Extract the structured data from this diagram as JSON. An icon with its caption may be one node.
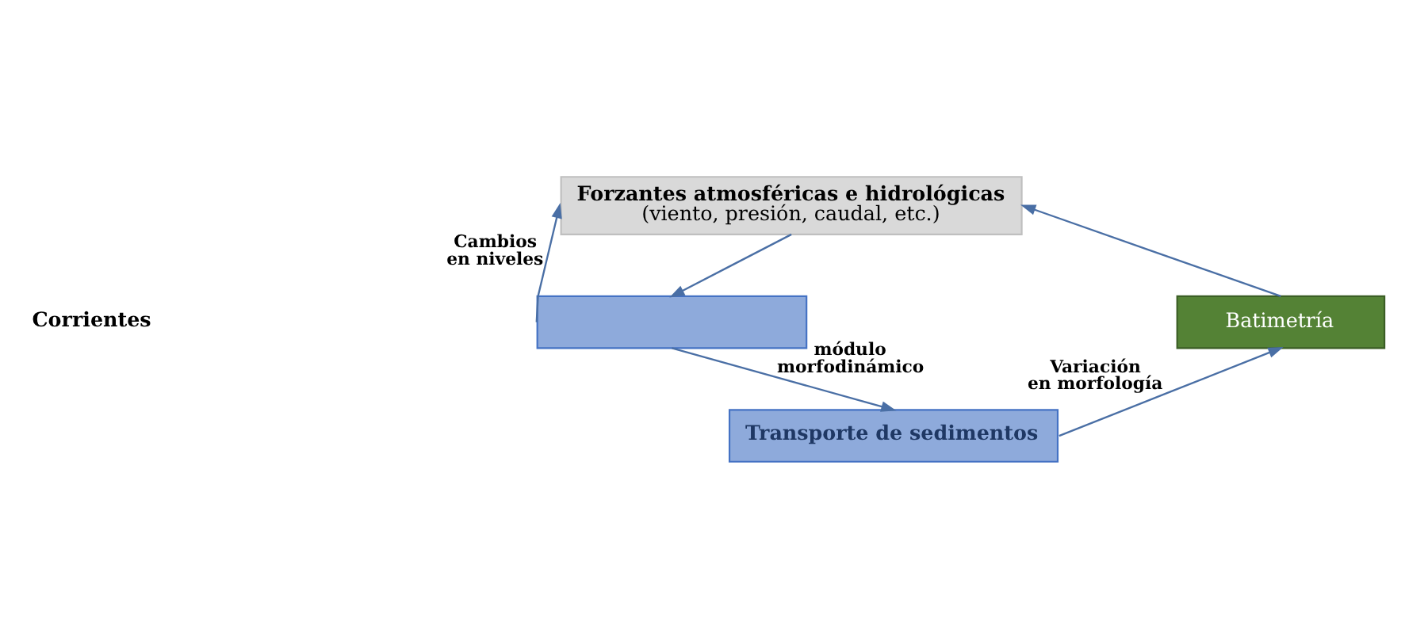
{
  "diagram": {
    "nodes": [
      {
        "text": [
          "Forzantes atmosféricas e hidrológicas",
          "(viento, presión, caudal, etc.)"
        ]
      },
      {
        "text": [],
        "shape": "box"
      },
      {
        "text": [
          "Batimetría"
        ]
      },
      {
        "text": [
          "Transporte de sedimentos"
        ]
      }
    ],
    "edges": [
      {
        "from": 0,
        "to": 1,
        "arrow": "to"
      },
      {
        "from": 1,
        "to": 0,
        "arrow": "to",
        "label": "Cambios en niveles"
      },
      {
        "from": 1,
        "to": 3,
        "arrow": "to",
        "label": "módulo morfodinámico"
      },
      {
        "from": 3,
        "to": 2,
        "arrow": "to",
        "label": "Variación en morfología"
      },
      {
        "from": 2,
        "to": 0,
        "arrow": "to"
      }
    ],
    "labels": [
      "Corrientes"
    ]
  }
}
